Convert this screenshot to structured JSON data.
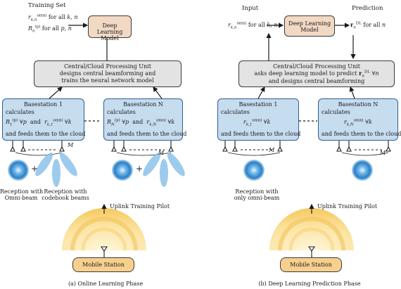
{
  "colors": {
    "dl_box": "#f1d9c4",
    "cloud_box": "#e3e3e3",
    "bs_box": "#c6dcef",
    "bs_border": "#2f5f8f",
    "mobile_box": "#f8d08e",
    "field": "#f7cd6a",
    "beam": "#5aa6df"
  },
  "left": {
    "training_set": "Training Set",
    "ts_line1": "r_{k,n}^{omni} for all k, n",
    "ts_line2": "R_n^{(p)} for all p, n",
    "dl_box": "Deep Learning Model",
    "cloud": [
      "Central/Cloud Processing Unit",
      "designs central beamforming  and",
      "trains the neural network model"
    ],
    "bs1": {
      "title": "Basestation 1",
      "calc": "calculates",
      "formula": "R_1^{(p)} ∀p  and  r_{k,1}^{omni} ∀k",
      "feed": "and feeds them to the cloud"
    },
    "bsN": {
      "title": "Basestation N",
      "calc": "calculates",
      "formula": "R_N^{(p)} ∀p  and  r_{k,N}^{omni} ∀k",
      "feed": "and feeds them to the cloud"
    },
    "M": "M",
    "plus": "+",
    "recv1": [
      "Reception with",
      "Omni-beam"
    ],
    "recv2": [
      "Reception with",
      "codebook beams"
    ],
    "uplink": "Uplink Training Pilot",
    "mobile": "Mobile Station",
    "caption": "(a)  Online Learning Phase"
  },
  "right": {
    "input": "Input",
    "prediction": "Prediction",
    "in_line": "r_{k,n}^{omni} for all k, n",
    "pred_line": "r_n^{DL} for all n",
    "dl_box": "Deep Learning Model",
    "cloud": [
      "Central/Cloud Processing Unit",
      "asks deep learning model to predict r_n^{DL} ∀n",
      "and designs central beamforming"
    ],
    "bs1": {
      "title": "Basestation 1",
      "calc": "calculates",
      "formula": "r_{k,1}^{omni} ∀k",
      "feed": "and feeds them to the cloud"
    },
    "bsN": {
      "title": "Basestation N",
      "calc": "calculates",
      "formula": "r_{k,N}^{omni} ∀k",
      "feed": "and feeds them to the cloud"
    },
    "M": "M",
    "recv": [
      "Reception with",
      "only omni-beam"
    ],
    "uplink": "Uplink Training Pilot",
    "mobile": "Mobile Station",
    "caption": "(b)  Deep Learning Prediction Phase"
  }
}
